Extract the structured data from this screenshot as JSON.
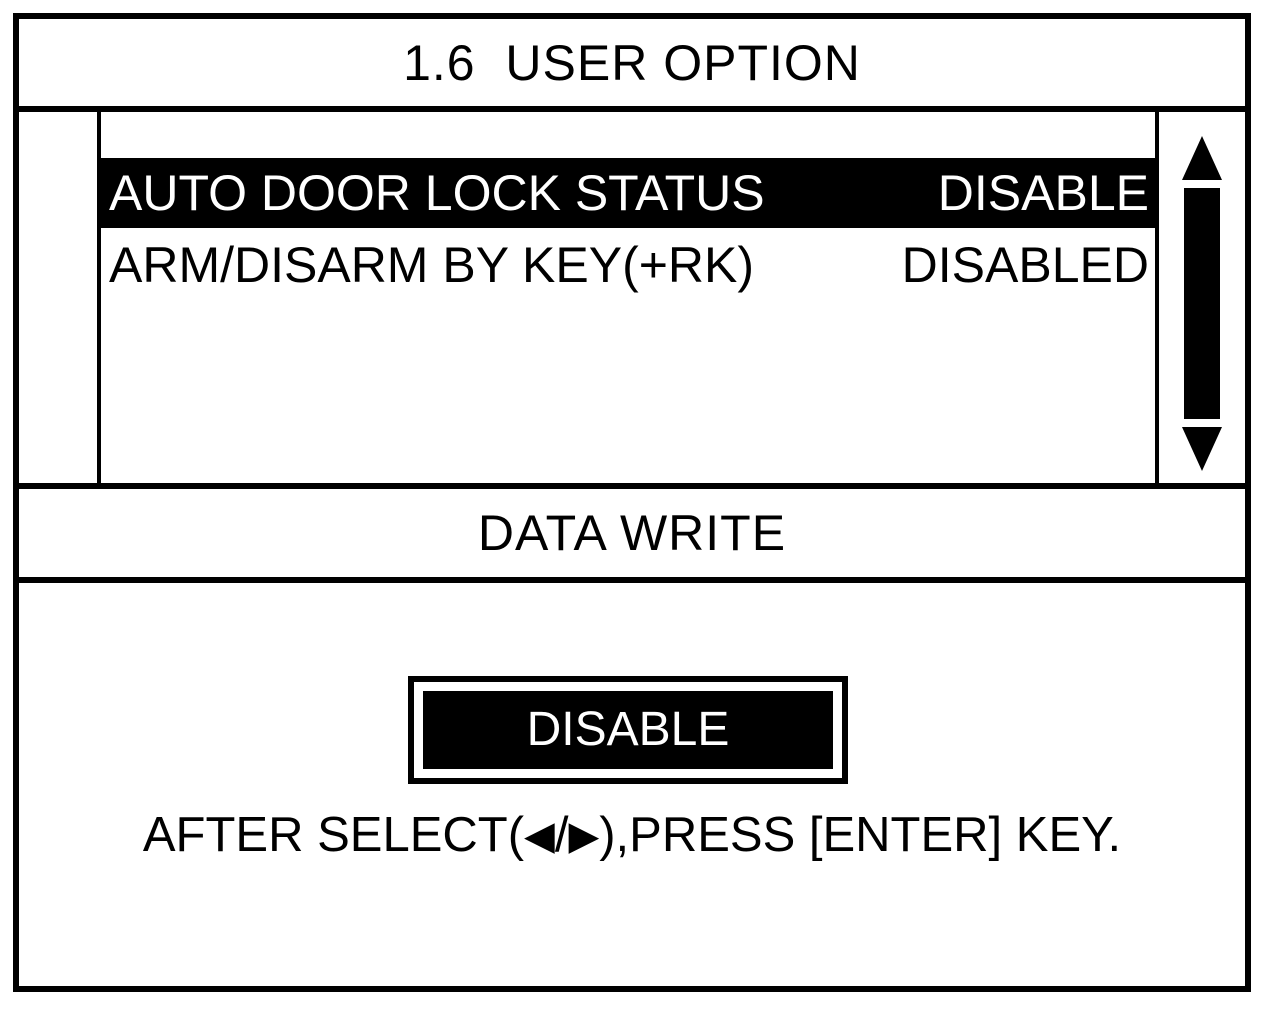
{
  "screen": {
    "title": "1.6  USER OPTION",
    "section_label": "DATA WRITE"
  },
  "option_list": {
    "selected_index": 0,
    "rows": [
      {
        "label": "AUTO DOOR LOCK STATUS",
        "value": "DISABLE",
        "selected": true
      },
      {
        "label": "ARM/DISARM BY KEY(+RK)",
        "value": "DISABLED",
        "selected": false
      }
    ]
  },
  "scrollbar": {
    "up_arrow": "scroll-up-arrow",
    "down_arrow": "scroll-down-arrow",
    "thumb": "scroll-thumb"
  },
  "editor": {
    "current_value": "DISABLE",
    "hint_prefix": "AFTER SELECT(",
    "hint_left_arrow": "◀",
    "hint_separator": "/",
    "hint_right_arrow": "▶",
    "hint_suffix": "),PRESS [ENTER] KEY."
  },
  "colors": {
    "foreground": "#000000",
    "background": "#ffffff",
    "highlight_background": "#000000",
    "highlight_foreground": "#ffffff"
  }
}
